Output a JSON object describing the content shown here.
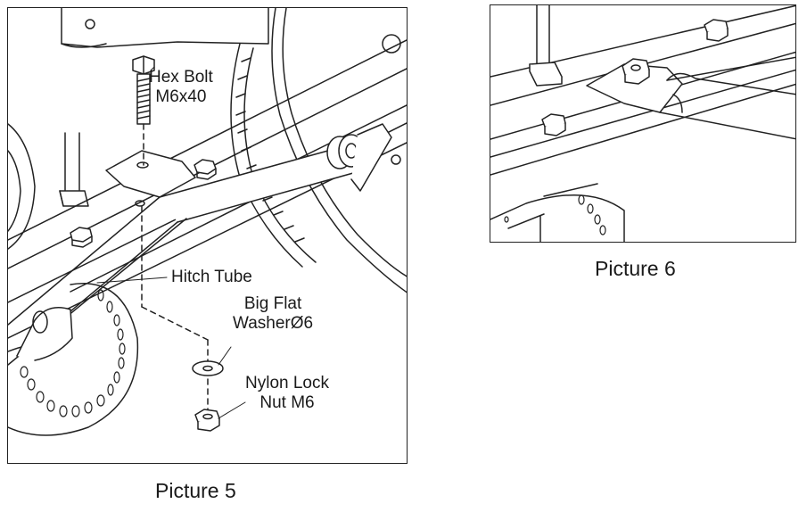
{
  "picture5": {
    "caption": "Picture 5",
    "labels": {
      "hex_bolt_line1": "Hex Bolt",
      "hex_bolt_line2": "M6x40",
      "hitch_tube": "Hitch Tube",
      "washer_line1": "Big Flat",
      "washer_line2": "WasherØ6",
      "nut_line1": "Nylon Lock",
      "nut_line2": "Nut M6"
    }
  },
  "picture6": {
    "caption": "Picture 6"
  }
}
